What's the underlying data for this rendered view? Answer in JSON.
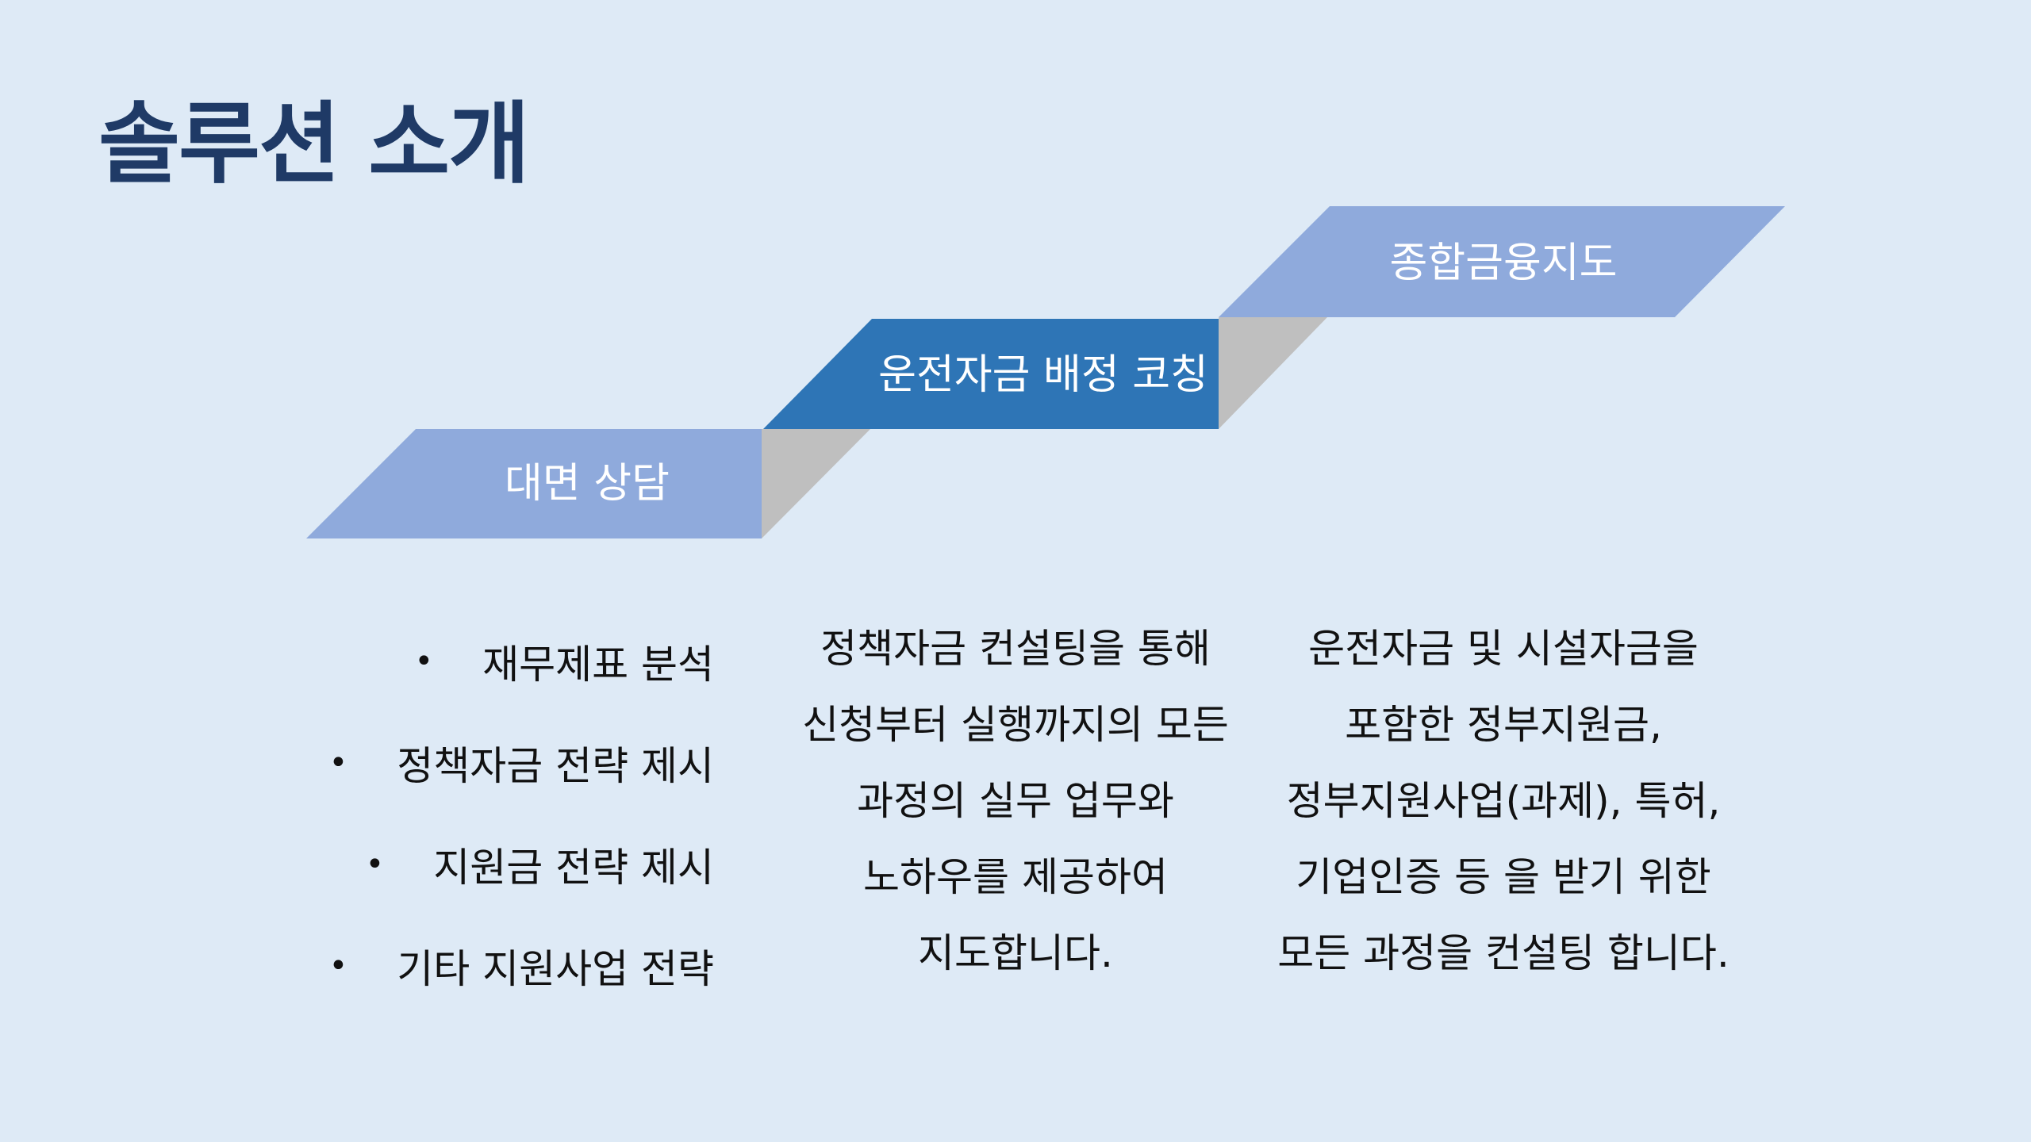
{
  "page": {
    "title": "솔루션 소개"
  },
  "colors": {
    "background": "#deeaf6",
    "title": "#1f3a66",
    "step_light": "#8faadc",
    "step_dark": "#2e75b6",
    "step_riser": "#bfbfbf"
  },
  "steps": [
    {
      "label": "대면 상담"
    },
    {
      "label": "운전자금 배정 코칭"
    },
    {
      "label": "종합금융지도"
    }
  ],
  "columns": {
    "bullets": [
      "재무제표 분석",
      "정책자금 전략 제시",
      "지원금 전략 제시",
      "기타 지원사업 전략"
    ],
    "bullet_symbol": "•",
    "middle_lines": [
      "정책자금 컨설팅을 통해",
      "신청부터 실행까지의 모든",
      "과정의 실무 업무와",
      "노하우를 제공하여",
      "지도합니다."
    ],
    "right_lines": [
      "운전자금 및 시설자금을",
      "포함한 정부지원금,",
      "정부지원사업(과제), 특허,",
      "기업인증 등 을 받기 위한",
      "모든 과정을 컨설팅 합니다."
    ]
  }
}
